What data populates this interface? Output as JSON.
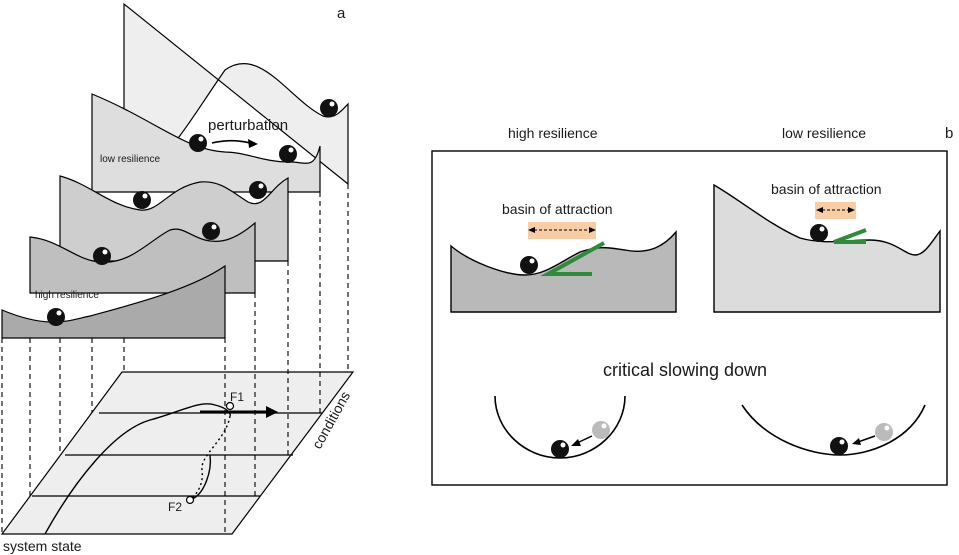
{
  "panel_a": {
    "letter": "a",
    "perturbation": "perturbation",
    "low_resilience": "low resilience",
    "high_resilience": "high resilience",
    "f1": "F1",
    "f2": "F2",
    "conditions": "conditions",
    "system_state": "system state"
  },
  "panel_b": {
    "letter": "b",
    "high_resilience": "high resilience",
    "low_resilience": "low resilience",
    "basin_left": "basin of attraction",
    "basin_right": "basin of attraction",
    "critical_slowing": "critical slowing down"
  },
  "colors": {
    "layer1": "#eeeeee",
    "layer2": "#dedede",
    "layer3": "#cecece",
    "layer4": "#bfbfbf",
    "layer5": "#aaaaaa",
    "plane": "#eeeeee",
    "basin_box": "#f8cda6",
    "slope_green": "#2e8b3a",
    "box_left_fill": "#b9b9b9",
    "box_right_fill": "#dcdcdc",
    "grey_ball": "#bbbbbb"
  }
}
